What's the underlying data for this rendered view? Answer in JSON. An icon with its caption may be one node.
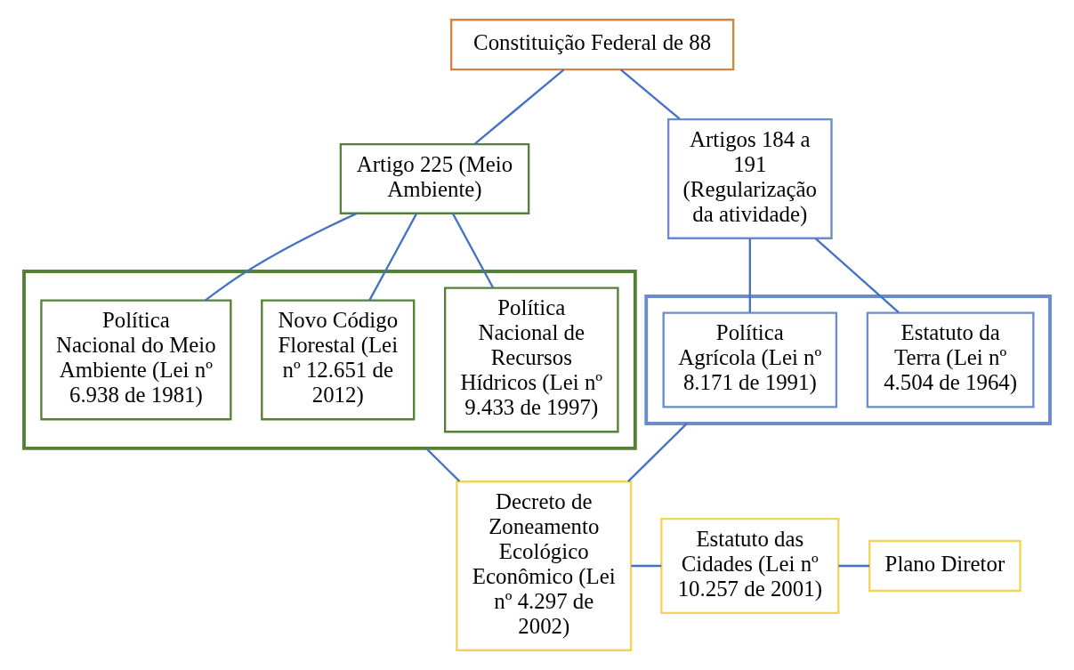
{
  "diagram": {
    "nodes": [
      {
        "text": [
          "Constituição Federal de 88"
        ]
      },
      {
        "text": [
          "Artigo 225 (Meio Ambiente)"
        ]
      },
      {
        "text": [
          "Artigos 184 a 191 (Regularização da atividade)"
        ]
      },
      {
        "text": [],
        "shape": "box"
      },
      {
        "text": [
          "Política Nacional de Recursos Hídricos (Lei nº 9.433 de 1997)"
        ],
        "in": 3
      },
      {
        "text": [
          "Novo Código Florestal (Lei nº 12.651 de 2012)"
        ],
        "in": 3
      },
      {
        "text": [
          "Política Nacional do Meio Ambiente (Lei nº 6.938 de 1981)"
        ],
        "in": 3
      },
      {
        "text": [],
        "shape": "box"
      },
      {
        "text": [
          "Estatuto da Terra (Lei nº 4.504 de 1964)"
        ],
        "in": 7
      },
      {
        "text": [
          "Política Agrícola (Lei nº 8.171 de 1991)"
        ],
        "in": 7
      },
      {
        "text": [
          "Decreto de Zoneamento Ecológico Econômico (Lei nº 4.297 de 2002)"
        ]
      },
      {
        "text": [
          "Estatuto das Cidades (Lei nº 10.257 de 2001)"
        ]
      },
      {
        "text": [
          "Plano Diretor"
        ]
      }
    ],
    "edges": [
      {
        "from": 0,
        "to": 1,
        "arrow": "none"
      },
      {
        "from": 0,
        "to": 2,
        "arrow": "none"
      },
      {
        "from": 1,
        "to": 4,
        "arrow": "none"
      },
      {
        "from": 1,
        "to": 5,
        "arrow": "none"
      },
      {
        "from": 1,
        "to": 6,
        "arrow": "none"
      },
      {
        "from": 2,
        "to": 8,
        "arrow": "none"
      },
      {
        "from": 2,
        "to": 9,
        "arrow": "none"
      },
      {
        "from": 3,
        "to": 10,
        "arrow": "none"
      },
      {
        "from": 7,
        "to": 10,
        "arrow": "none"
      },
      {
        "from": 10,
        "to": 11,
        "arrow": "none"
      },
      {
        "from": 11,
        "to": 12,
        "arrow": "none"
      }
    ]
  }
}
